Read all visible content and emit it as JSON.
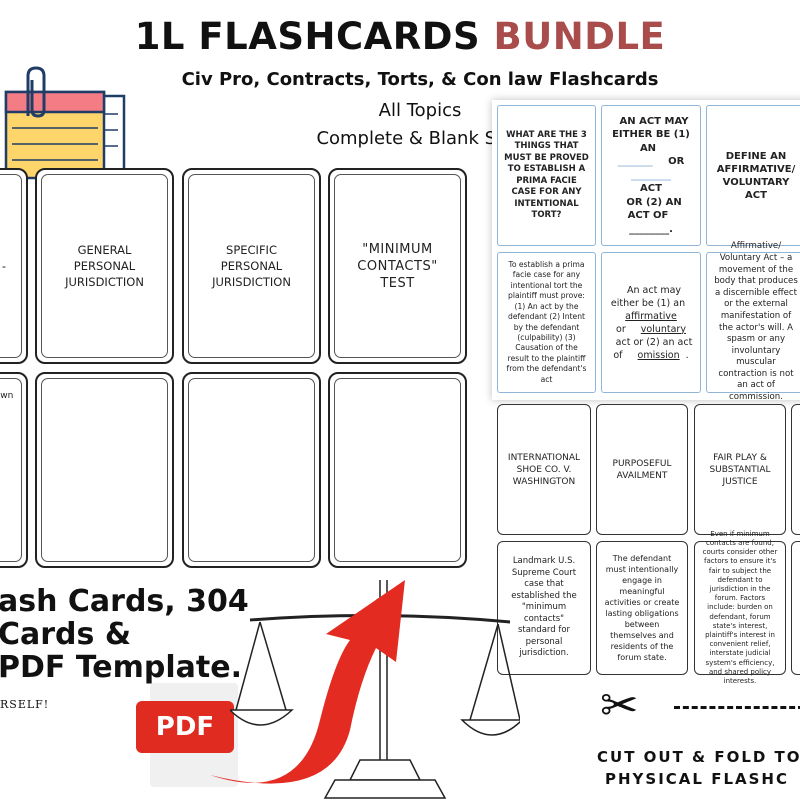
{
  "header": {
    "title_main": "1L FLASHCARDS ",
    "title_accent": "BUNDLE",
    "subtitle": "Civ Pro, Contracts, Torts, & Con law Flashcards",
    "line1": "All Topics",
    "line2": "Complete & Blank Sets"
  },
  "left_cards": {
    "partial_top": "-",
    "partial_bottom": "own",
    "general": "GENERAL PERSONAL JURISDICTION",
    "specific": "SPECIFIC PERSONAL JURISDICTION",
    "minimum": "\"MINIMUM CONTACTS\" TEST"
  },
  "torts_cards": {
    "q1": "WHAT ARE THE 3 THINGS THAT MUST BE PROVED TO ESTABLISH A PRIMA FACIE CASE FOR ANY INTENTIONAL TORT?",
    "q2_a": "AN ACT MAY EITHER BE (1) AN",
    "q2_b": "OR",
    "q2_c": "ACT",
    "q2_d": "OR (2) AN ACT OF",
    "q3": "DEFINE AN AFFIRMATIVE/ VOLUNTARY ACT",
    "a1": "To establish a prima facie case for any intentional tort the plaintiff must prove: (1) An act by the defendant (2) Intent by the defendant (culpability) (3) Causation of the result to the plaintiff from the defendant's act",
    "a2_a": "An act may either be (1) an",
    "a2_b": "affirmative",
    "a2_c": "or",
    "a2_d": "voluntary",
    "a2_e": "act or (2) an act of",
    "a2_f": "omission",
    "a3": "Affirmative/ Voluntary Act – a movement of the body that produces a discernible effect or the external manifestation of the actor's will. A spasm or any involuntary muscular contraction is not an act of commission."
  },
  "civpro_cards": {
    "t1": "INTERNATIONAL SHOE CO. V. WASHINGTON",
    "t2": "PURPOSEFUL AVAILMENT",
    "t3": "FAIR PLAY & SUBSTANTIAL JUSTICE",
    "b1": "Landmark U.S. Supreme Court case that established the \"minimum contacts\" standard for personal jurisdiction.",
    "b2": "The defendant must intentionally engage in meaningful activities or create lasting obligations between themselves and residents of the forum state.",
    "b3": "Even if minimum contacts are found, courts consider other factors to ensure it's fair to subject the defendant to jurisdiction in the forum. Factors include: burden on defendant, forum state's interest, plaintiff's interest in convenient relief, interstate judicial system's efficiency, and shared policy interests."
  },
  "bottom_left": {
    "line1": "ash Cards, 304",
    "line2": "Cards &",
    "line3": "PDF Template.",
    "line4": "RSELF!",
    "pdf_label": "PDF"
  },
  "bottom_right": {
    "cut_line1": "CUT OUT & FOLD TO",
    "cut_line2": "PHYSICAL FLASHC"
  },
  "colors": {
    "accent": "#a94c4c",
    "arrow": "#e32b22",
    "card_border_blue": "#8fb5d9",
    "note_yellow": "#fdd56a",
    "note_pink": "#f47c85"
  }
}
